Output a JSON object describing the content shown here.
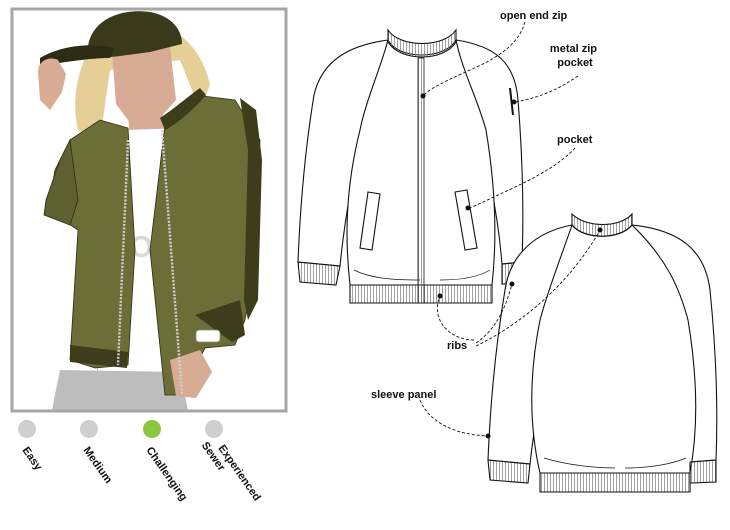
{
  "difficulty": {
    "levels": [
      {
        "label": "Easy",
        "active": false
      },
      {
        "label": "Medium",
        "active": false
      },
      {
        "label": "Challenging",
        "active": true
      },
      {
        "label": "Experienced Sewer",
        "active": false
      }
    ],
    "active_color": "#8cc63f",
    "inactive_color": "#cfcfcf"
  },
  "illustration": {
    "frame_color": "#a6a6a6",
    "jacket_color": "#6b6e37",
    "jacket_dark": "#3d3d1c",
    "icons": [
      "model-illustration",
      "jacket-front-flat",
      "jacket-back-flat"
    ]
  },
  "annotations": {
    "open_end_zip": "open end zip",
    "metal_zip_pocket_line1": "metal zip",
    "metal_zip_pocket_line2": "pocket",
    "pocket": "pocket",
    "ribs": "ribs",
    "sleeve_panel": "sleeve panel"
  }
}
